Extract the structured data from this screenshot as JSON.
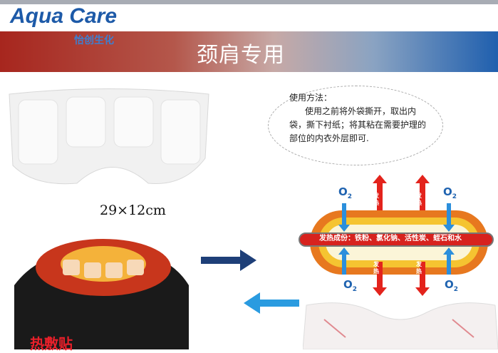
{
  "brand": {
    "name": "Aqua Care",
    "subname": "怡创生化"
  },
  "banner": {
    "title": "颈肩专用"
  },
  "product": {
    "size": "29×12cm",
    "hot_label": "热敷贴"
  },
  "usage": {
    "title": "使用方法：",
    "text": "使用之前将外袋撕开，取出内袋，撕下衬纸；将其粘在需要护理的部位的内衣外层即可."
  },
  "diagram": {
    "ingredients": "发热成份：铁粉、氯化钠、活性炭、蛭石和水",
    "heat_label": "发热",
    "oxygen": "O",
    "oxygen_sub": "2"
  },
  "colors": {
    "brand_blue": "#1d5aa8",
    "banner_red": "#a7261e",
    "banner_blue": "#1f5fae",
    "arrow_navy": "#1e3f78",
    "arrow_light": "#2a9be0"
  }
}
